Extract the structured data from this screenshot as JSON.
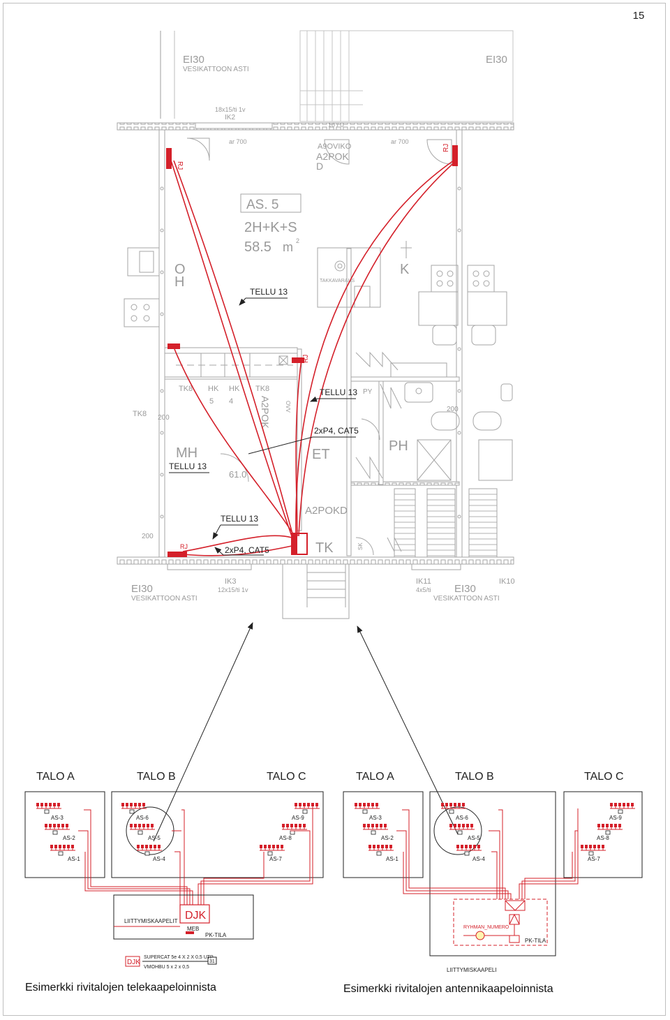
{
  "page_number": "15",
  "colors": {
    "cable_red": "#d4202a",
    "wall_gray": "#a6a6a6",
    "label_gray": "#9a9a9a",
    "ink": "#222222"
  },
  "floor_plan": {
    "fire_labels": {
      "top_left": "EI30",
      "top_left_sub": "VESIKATTOON ASTI",
      "top_right": "EI30",
      "bottom_left": "EI30",
      "bottom_left_sub": "VESIKATTOON ASTI",
      "bottom_right": "EI30",
      "bottom_right_sub": "VESIKATTOON ASTI"
    },
    "window_top": {
      "size": "18x15/ti 1v",
      "code": "IK2"
    },
    "window_ar_left": "ar 700",
    "window_ar_right": "ar 700",
    "door_top_size": "10 / 0",
    "door_top": [
      "A9OVIKO",
      "A2POK",
      "D"
    ],
    "apartment": {
      "name": "AS. 5",
      "type": "2H+K+S",
      "area": "58.5",
      "area_unit": "m",
      "area_sup": "2"
    },
    "rooms": {
      "oh": "O",
      "oh2": "H",
      "k": "K",
      "mh": "MH",
      "et": "ET",
      "ph": "PH",
      "tk": "TK"
    },
    "fixture_labels": {
      "takkavaraus": "TAKKAVARAUS",
      "py": "PY",
      "sk": "SK",
      "a2pokd": "A2POKD",
      "tk8_a": "TK8",
      "tk8_b": "TK8",
      "tk8_c": "TK8",
      "hk_5": "HK",
      "hk_5n": "5",
      "hk_4": "HK",
      "hk_4n": "4",
      "oviv": "A2POK",
      "oviv2": "OVV",
      "dim_200_a": "200",
      "dim_200_b": "200",
      "dim_200_c": "200",
      "mh_area": "61.0"
    },
    "sockets": {
      "rj_top_left": "RJ",
      "rj_top_right": "RJ",
      "rj_mid": "RJ",
      "rj_bottom": "RJ"
    },
    "cable_labels": {
      "tellu_oh": "TELLU 13",
      "tellu_et": "TELLU 13",
      "tellu_mh": "TELLU 13",
      "tellu_tk": "TELLU 13",
      "cat5_et": "2xP4, CAT5",
      "cat5_tk": "2xP4, CAT5"
    },
    "window_bottom_left": {
      "code": "IK3",
      "size": "12x15/ti 1v"
    },
    "window_bottom_right": {
      "code": "IK11",
      "size": "4x5/ti"
    },
    "window_corner": "IK10"
  },
  "schematic_left": {
    "titles": [
      "TALO A",
      "TALO B",
      "TALO C"
    ],
    "units_a": [
      "AS-3",
      "AS-2",
      "AS-1"
    ],
    "units_b": [
      "AS-6",
      "AS-5",
      "AS-4"
    ],
    "units_c": [
      "AS-9",
      "AS-8",
      "AS-7"
    ],
    "liittymiskaapelit": "LIITTYMISKAAPELIT",
    "djk": "DJK",
    "meb": "MEB",
    "pk_tila": "PK-TILA",
    "legend": {
      "box": "DJK",
      "line1": "SUPERCAT 5e 4 X 2 X 0,5 UTP",
      "line2": "VMOHBU 5 x 2 x 0,5",
      "tag": "31"
    }
  },
  "schematic_right": {
    "titles": [
      "TALO A",
      "TALO B",
      "TALO C"
    ],
    "units_a": [
      "AS-3",
      "AS-2",
      "AS-1"
    ],
    "units_b": [
      "AS-6",
      "AS-5",
      "AS-4"
    ],
    "units_c": [
      "AS-9",
      "AS-8",
      "AS-7"
    ],
    "ryhman_numero": "RYHMAN_NUMERO",
    "pk_tila": "PK-TILA",
    "liittymiskaapeli": "LIITTYMISKAAPELI"
  },
  "captions": {
    "left": "Esimerkki rivitalojen telekaapeloinnista",
    "right": "Esimerkki rivitalojen antennikaapeloinnista"
  }
}
